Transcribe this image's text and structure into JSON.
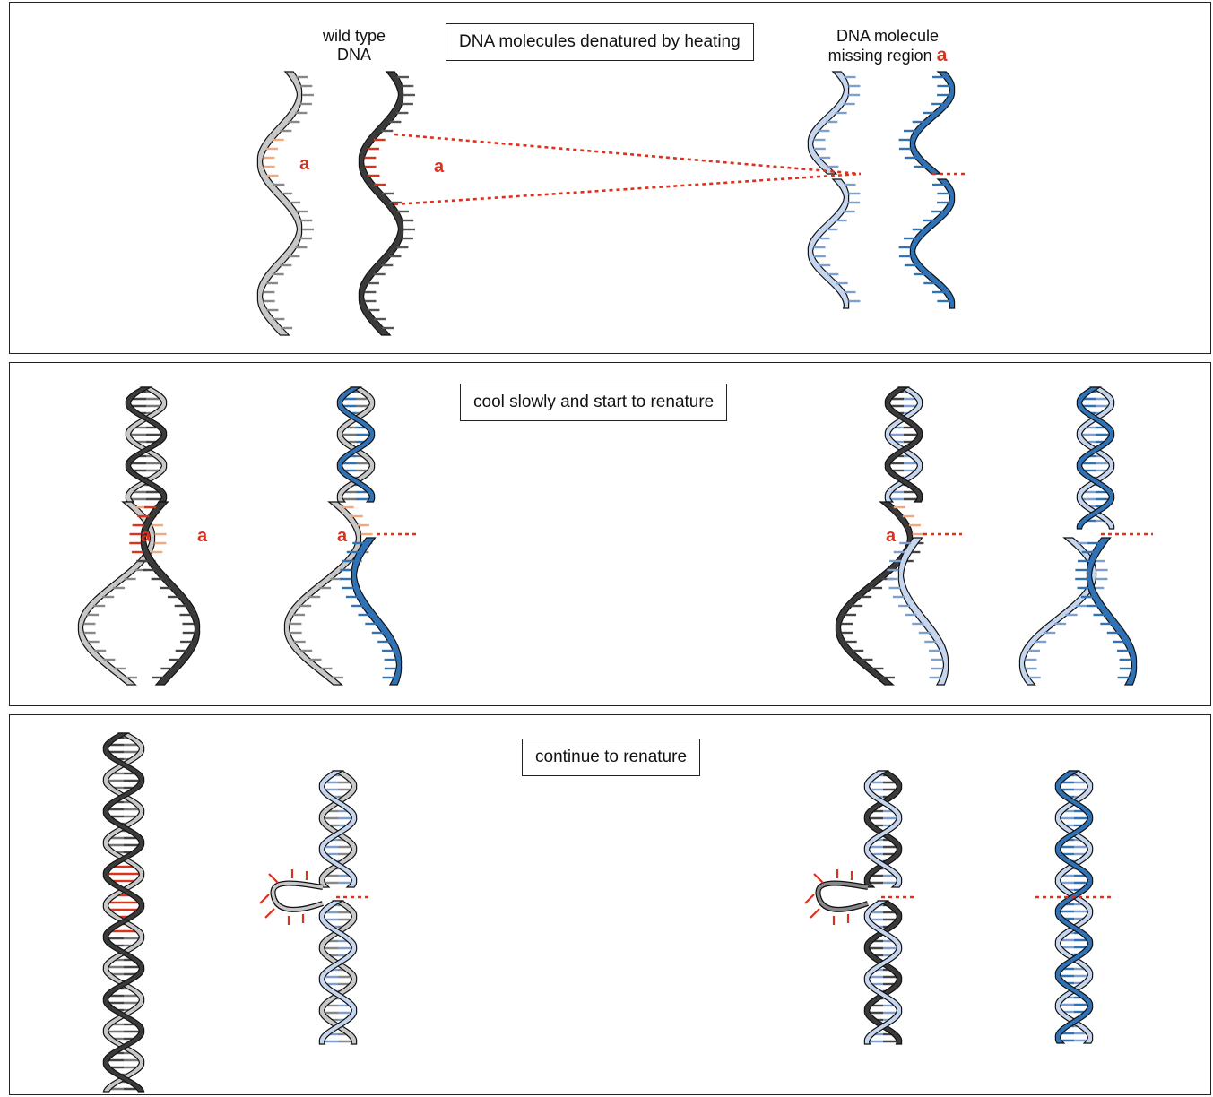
{
  "panels": [
    {
      "caption": "DNA molecules denatured by heating"
    },
    {
      "caption": "cool slowly and start to renature"
    },
    {
      "caption": "continue to renature"
    }
  ],
  "labels": {
    "wild_type_line1": "wild type",
    "wild_type_line2": "DNA",
    "missing_line1": "DNA molecule",
    "missing_line2": "missing region",
    "region_letter": "a"
  },
  "colors": {
    "light_gray": "#c8c8c8",
    "dark_gray": "#3a3a3a",
    "light_blue": "#c5d6ee",
    "dark_blue": "#2f72b5",
    "region_dark": "#d9331e",
    "region_light": "#f3a77e",
    "outline": "#111111"
  }
}
